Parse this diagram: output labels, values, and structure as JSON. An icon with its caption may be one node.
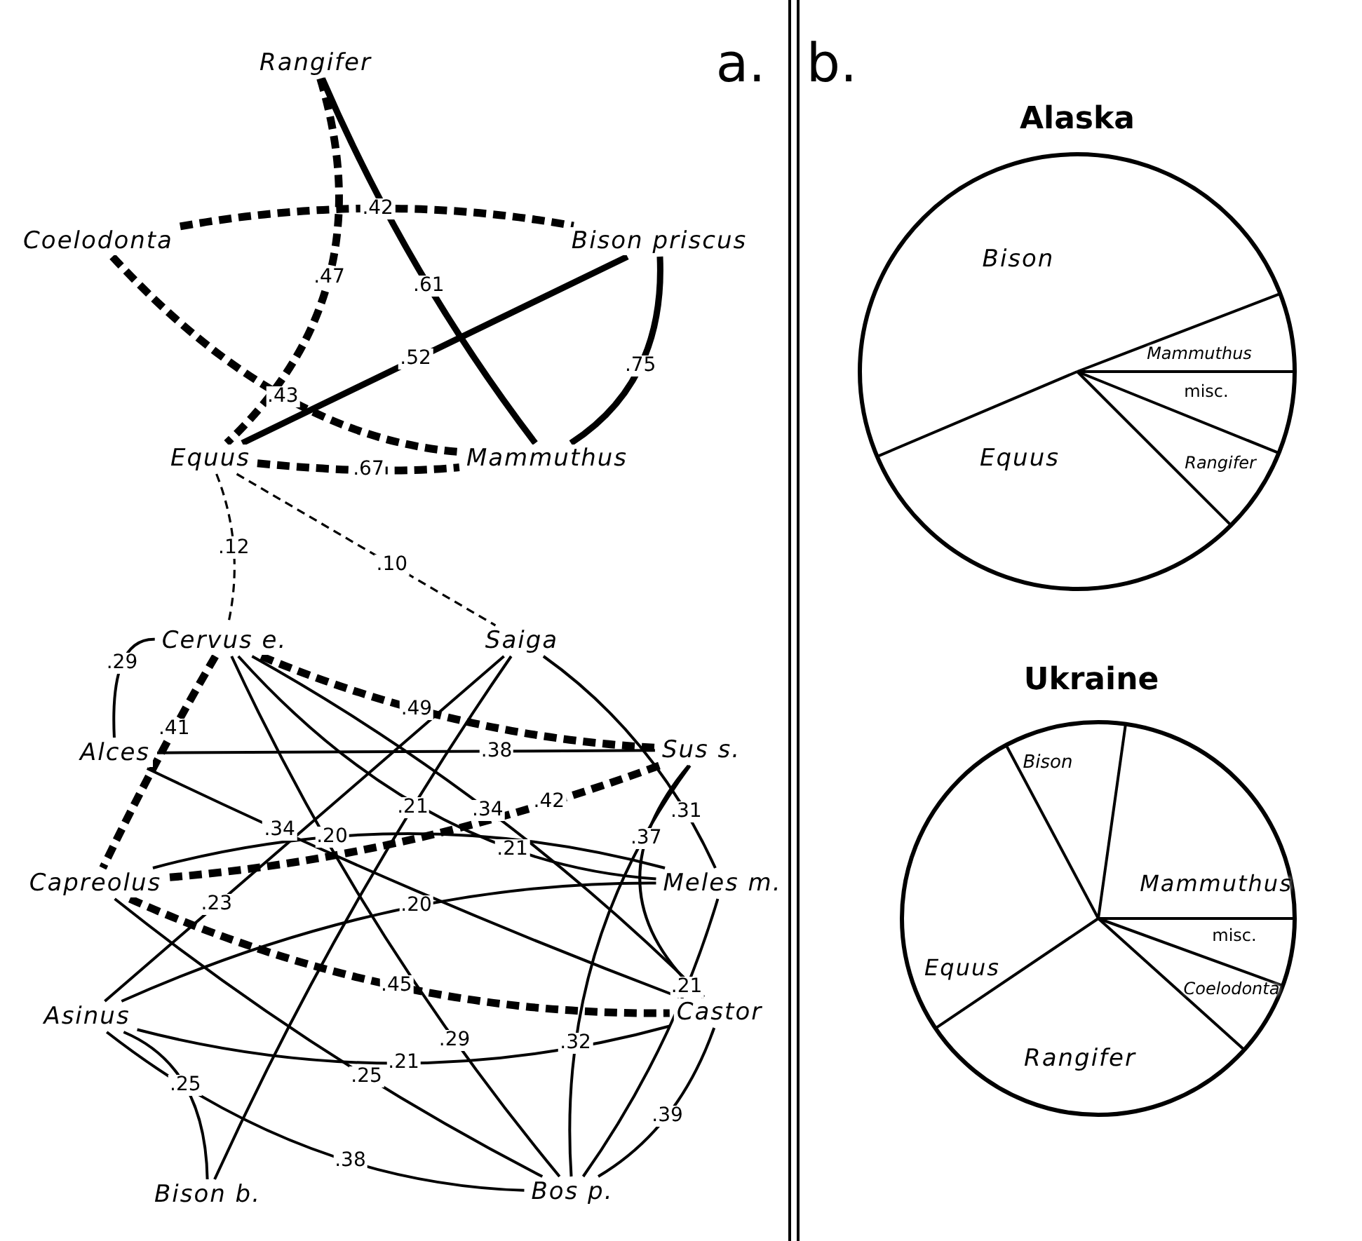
{
  "diagram": {
    "nodes": [
      {
        "text": [
          "Rangifer"
        ]
      },
      {
        "text": [
          "Coelodonta"
        ]
      },
      {
        "text": [
          "Bison priscus"
        ]
      },
      {
        "text": [
          "Equus"
        ]
      },
      {
        "text": [
          "Mammuthus"
        ]
      },
      {
        "text": [
          "Cervus e."
        ]
      },
      {
        "text": [
          "Saiga"
        ]
      },
      {
        "text": [
          "Alces"
        ]
      },
      {
        "text": [
          "Sus s."
        ]
      },
      {
        "text": [
          "Capreolus"
        ]
      },
      {
        "text": [
          "Meles m."
        ]
      },
      {
        "text": [
          "Asinus"
        ]
      },
      {
        "text": [
          "Castor"
        ]
      },
      {
        "text": [
          "Bison b."
        ]
      },
      {
        "text": [
          "Bos p."
        ]
      }
    ],
    "edges": [
      {
        "from": 0,
        "to": 3,
        "arrow": "none",
        "label": ".47",
        "style": "dashed"
      },
      {
        "from": 0,
        "to": 4,
        "arrow": "none",
        "label": ".61",
        "style": "thick"
      },
      {
        "from": 1,
        "to": 2,
        "arrow": "none",
        "label": ".42",
        "style": "dashed"
      },
      {
        "from": 1,
        "to": 4,
        "arrow": "none",
        "label": ".43",
        "style": "dashed"
      },
      {
        "from": 2,
        "to": 3,
        "arrow": "none",
        "label": ".52",
        "style": "thick"
      },
      {
        "from": 2,
        "to": 4,
        "arrow": "none",
        "label": ".75",
        "style": "thick"
      },
      {
        "from": 3,
        "to": 4,
        "arrow": "none",
        "label": ".67",
        "style": "dashed"
      },
      {
        "from": 3,
        "to": 5,
        "arrow": "none",
        "label": ".12",
        "style": "dashed"
      },
      {
        "from": 3,
        "to": 6,
        "arrow": "none",
        "label": ".10",
        "style": "dashed"
      },
      {
        "from": 5,
        "to": 7,
        "arrow": "none",
        "label": ".29"
      },
      {
        "from": 5,
        "to": 9,
        "arrow": "none",
        "label": ".41",
        "style": "dashed"
      },
      {
        "from": 5,
        "to": 8,
        "arrow": "none",
        "label": ".49",
        "style": "dashed"
      },
      {
        "from": 5,
        "to": 10,
        "arrow": "none",
        "label": ".21"
      },
      {
        "from": 5,
        "to": 12,
        "arrow": "none",
        "label": ".34"
      },
      {
        "from": 5,
        "to": 14,
        "arrow": "none",
        "label": ".29"
      },
      {
        "from": 6,
        "to": 11,
        "arrow": "none",
        "label": ".23"
      },
      {
        "from": 6,
        "to": 13,
        "arrow": "none",
        "label": ".21"
      },
      {
        "from": 6,
        "to": 10,
        "arrow": "none",
        "label": ".31"
      },
      {
        "from": 7,
        "to": 8,
        "arrow": "none",
        "label": ".38"
      },
      {
        "from": 7,
        "to": 12,
        "arrow": "none",
        "label": ".34"
      },
      {
        "from": 8,
        "to": 9,
        "arrow": "none",
        "label": ".42",
        "style": "dashed"
      },
      {
        "from": 8,
        "to": 12,
        "arrow": "none",
        "label": ".37"
      },
      {
        "from": 8,
        "to": 14,
        "arrow": "none",
        "label": ".32"
      },
      {
        "from": 9,
        "to": 10,
        "arrow": "none",
        "label": ".20"
      },
      {
        "from": 9,
        "to": 12,
        "arrow": "none",
        "label": ".45",
        "style": "dashed"
      },
      {
        "from": 9,
        "to": 14,
        "arrow": "none",
        "label": ".25"
      },
      {
        "from": 10,
        "to": 14,
        "arrow": "none",
        "label": ".21"
      },
      {
        "from": 11,
        "to": 10,
        "arrow": "none",
        "label": ".20"
      },
      {
        "from": 11,
        "to": 12,
        "arrow": "none",
        "label": ".21"
      },
      {
        "from": 11,
        "to": 13,
        "arrow": "none",
        "label": ".25"
      },
      {
        "from": 11,
        "to": 14,
        "arrow": "none",
        "label": ".38"
      },
      {
        "from": 12,
        "to": 14,
        "arrow": "none",
        "label": ".39"
      }
    ],
    "labels": [
      "a.",
      "b.",
      "Alaska",
      "Bison",
      "Mammuthus",
      "misc.",
      "Rangifer",
      "Equus",
      "Ukraine",
      "Bison",
      "Mammuthus",
      "Equus",
      "misc.",
      "Coelodonta",
      "Rangifer"
    ]
  }
}
